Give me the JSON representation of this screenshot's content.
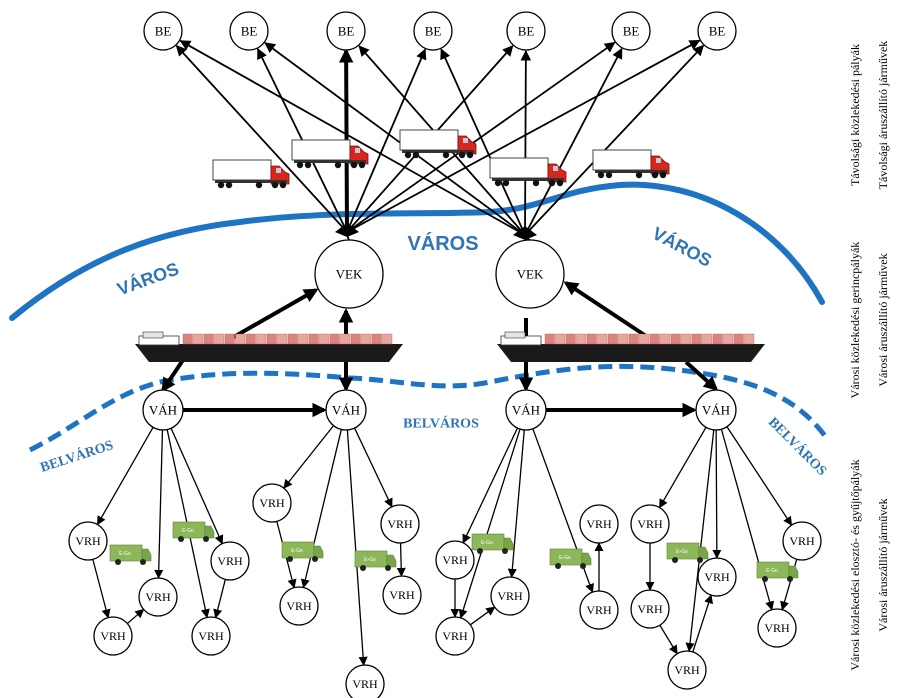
{
  "labels": {
    "be": "BE",
    "vek": "VEK",
    "vah": "VÁH",
    "vrh": "VRH",
    "varos": "VÁROS",
    "belvaros": "BELVÁROS"
  },
  "side_labels": {
    "long_distance_roads": "Távolsági közlekedési pályák",
    "long_distance_vehicles": "Távolsági áruszállító járművek",
    "urban_trunk_roads": "Városi közlekedési gerincpályák",
    "urban_vehicles_1": "Városi áruszállító járművek",
    "urban_distribution_roads": "Városi közlekedési elosztó- és gyűjtőpályák",
    "urban_vehicles_2": "Városi áruszállító járművek"
  },
  "colors": {
    "boundary_blue": "#1f73c3",
    "label_blue": "#2e75b6",
    "truck_cab_red": "#d9261c",
    "van_green": "#8db85a"
  },
  "icons": [
    "semi-truck-icon",
    "cargo-ship-icon",
    "electric-van-icon"
  ],
  "van_label": "E-Go"
}
